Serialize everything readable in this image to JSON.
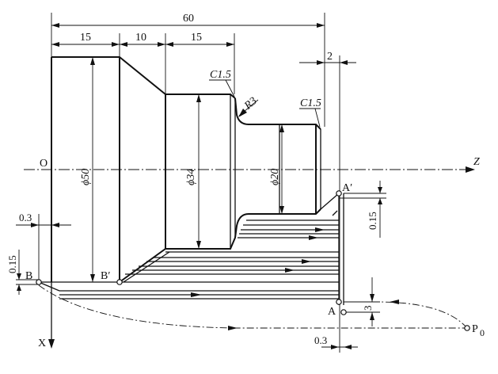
{
  "dims": {
    "total": "60",
    "seg1": "15",
    "seg2": "10",
    "seg3": "15",
    "seg4": "2",
    "d50": "ϕ50",
    "d34": "ϕ34",
    "d20": "ϕ20",
    "chamfer1": "C1.5",
    "chamfer2": "C1.5",
    "radius": "R3",
    "gap_x": "0.3",
    "gap_bottom": "0.3",
    "gap_z_left": "0.15",
    "gap_z_right": "0.15",
    "gap_3": "3"
  },
  "points": {
    "origin": "O",
    "z_axis": "Z",
    "x_axis": "X",
    "a_prime": "A′",
    "a": "A",
    "b_prime": "B′",
    "b": "B",
    "p0": "P",
    "p0_sub": "0"
  }
}
